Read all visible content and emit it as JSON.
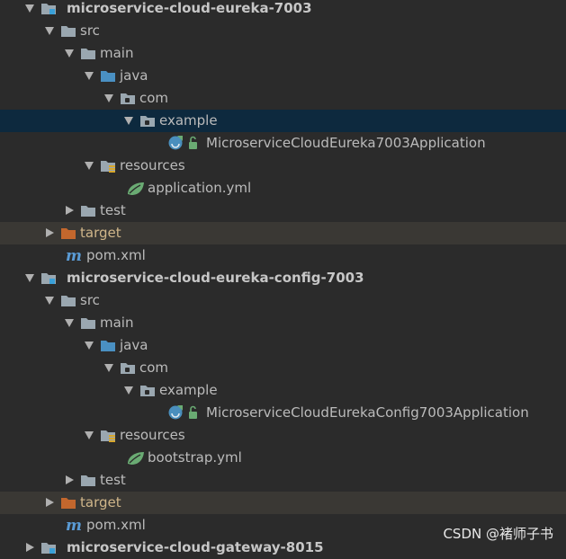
{
  "tree": [
    {
      "label": "microservice-cloud-eureka-7003",
      "kind": "module",
      "depth": 0,
      "expanded": true,
      "bold": true
    },
    {
      "label": "src",
      "kind": "folder",
      "depth": 1,
      "expanded": true
    },
    {
      "label": "main",
      "kind": "folder",
      "depth": 2,
      "expanded": true
    },
    {
      "label": "java",
      "kind": "source-folder",
      "depth": 3,
      "expanded": true
    },
    {
      "label": "com",
      "kind": "package",
      "depth": 4,
      "expanded": true
    },
    {
      "label": "example",
      "kind": "package",
      "depth": 5,
      "expanded": true,
      "selected": true
    },
    {
      "label": "MicroserviceCloudEureka7003Application",
      "kind": "spring-class",
      "depth": 7,
      "expanded": null
    },
    {
      "label": "resources",
      "kind": "resources-folder",
      "depth": 3,
      "expanded": true
    },
    {
      "label": "application.yml",
      "kind": "spring-yml",
      "depth": 5,
      "expanded": null
    },
    {
      "label": "test",
      "kind": "folder",
      "depth": 2,
      "expanded": false
    },
    {
      "label": "target",
      "kind": "excluded-folder",
      "depth": 1,
      "expanded": false,
      "excluded": true
    },
    {
      "label": "pom.xml",
      "kind": "maven",
      "depth": 2,
      "expanded": null
    },
    {
      "label": "microservice-cloud-eureka-config-7003",
      "kind": "module",
      "depth": 0,
      "expanded": true,
      "bold": true
    },
    {
      "label": "src",
      "kind": "folder",
      "depth": 1,
      "expanded": true
    },
    {
      "label": "main",
      "kind": "folder",
      "depth": 2,
      "expanded": true
    },
    {
      "label": "java",
      "kind": "source-folder",
      "depth": 3,
      "expanded": true
    },
    {
      "label": "com",
      "kind": "package",
      "depth": 4,
      "expanded": true
    },
    {
      "label": "example",
      "kind": "package",
      "depth": 5,
      "expanded": true
    },
    {
      "label": "MicroserviceCloudEurekaConfig7003Application",
      "kind": "spring-class",
      "depth": 7,
      "expanded": null
    },
    {
      "label": "resources",
      "kind": "resources-folder",
      "depth": 3,
      "expanded": true
    },
    {
      "label": "bootstrap.yml",
      "kind": "spring-yml",
      "depth": 5,
      "expanded": null
    },
    {
      "label": "test",
      "kind": "folder",
      "depth": 2,
      "expanded": false
    },
    {
      "label": "target",
      "kind": "excluded-folder",
      "depth": 1,
      "expanded": false,
      "excluded": true
    },
    {
      "label": "pom.xml",
      "kind": "maven",
      "depth": 2,
      "expanded": null
    },
    {
      "label": "microservice-cloud-gateway-8015",
      "kind": "module",
      "depth": 0,
      "expanded": false,
      "bold": true
    }
  ],
  "watermark": "CSDN @褚师子书",
  "colors": {
    "background": "#2b2b2b",
    "selection": "#0d293e",
    "excluded_row": "#3a3834",
    "folder": "#9aa7b0",
    "source_folder": "#4a90c2",
    "excluded_folder": "#c3672d",
    "spring": "#6aab73",
    "maven": "#5a9bd5"
  }
}
